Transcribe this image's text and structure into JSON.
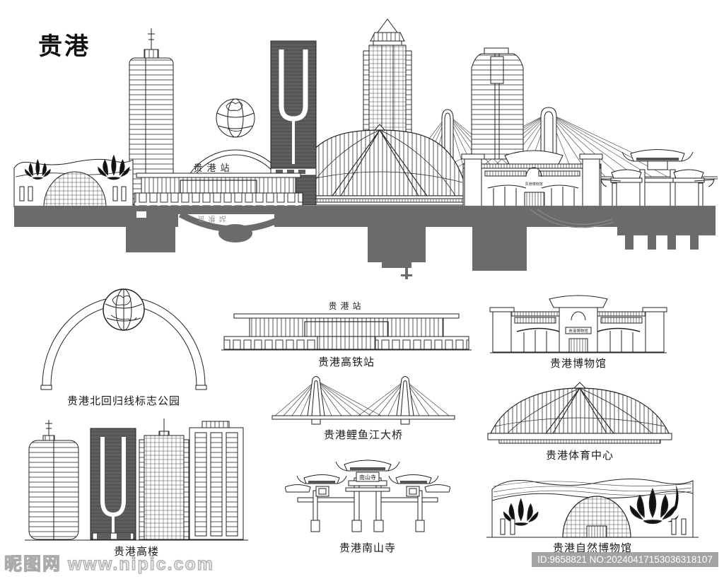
{
  "page_title": "贵港",
  "signs": {
    "station": "贵港站",
    "museum": "贵港博物馆",
    "temple": "南山寺"
  },
  "landmarks": {
    "tropic_park": {
      "label": "贵港北回归线标志公园"
    },
    "rail_station": {
      "label": "贵港高铁站"
    },
    "museum": {
      "label": "贵港博物馆"
    },
    "bridge": {
      "label": "贵港鲤鱼江大桥"
    },
    "sports_center": {
      "label": "贵港体育中心"
    },
    "towers": {
      "label": "贵港高楼"
    },
    "temple": {
      "label": "贵港南山寺"
    },
    "natural_museum": {
      "label": "贵港自然博物馆"
    }
  },
  "watermark": {
    "site_name": "昵图网",
    "site_url": "www.nipic.com",
    "id_text": "ID:9658821 NO:20240417153036318107"
  },
  "colors": {
    "line": "#222222",
    "reflection": "#6b6b6b",
    "dark_fill": "#5e5e5e",
    "watermark_bar": "#969696"
  }
}
